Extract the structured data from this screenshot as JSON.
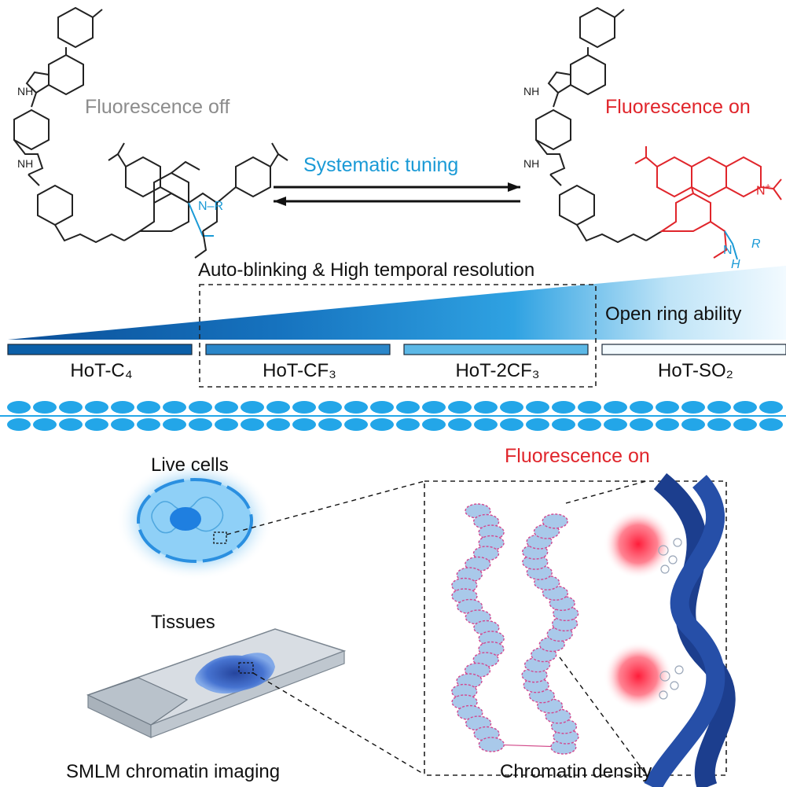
{
  "colors": {
    "off": "#8c8c8c",
    "on": "#e0252b",
    "tuning": "#1a9ad6",
    "structure": "#222222",
    "amide": "#1a9ad6",
    "gradient_dark": "#0b5fa8",
    "gradient_light": "#e9f6fd",
    "dna": "#1a3f8f",
    "nucleosome": "#9cc2e6"
  },
  "top": {
    "left_state": "Fluorescence off",
    "right_state": "Fluorescence on",
    "arrow_label": "Systematic tuning",
    "left_group": "N–R",
    "right_group": "N",
    "right_group_r": "R",
    "right_group_h": "H",
    "nh": "NH",
    "n_plus": "N",
    "plus": "+"
  },
  "gradient": {
    "window_label": "Auto-blinking & High temporal resolution",
    "ring_label": "Open ring ability"
  },
  "probes": [
    {
      "name": "HoT-C₄",
      "color": "#0b5fa8"
    },
    {
      "name": "HoT-CF₃",
      "color": "#2a86c9"
    },
    {
      "name": "HoT-2CF₃",
      "color": "#5cb8e6"
    },
    {
      "name": "HoT-SO₂",
      "color": "#f4fbff"
    }
  ],
  "bottom": {
    "live_cells": "Live cells",
    "tissues": "Tissues",
    "smlm": "SMLM chromatin imaging",
    "fluor_on": "Fluorescence on",
    "density": "Chromatin density"
  }
}
